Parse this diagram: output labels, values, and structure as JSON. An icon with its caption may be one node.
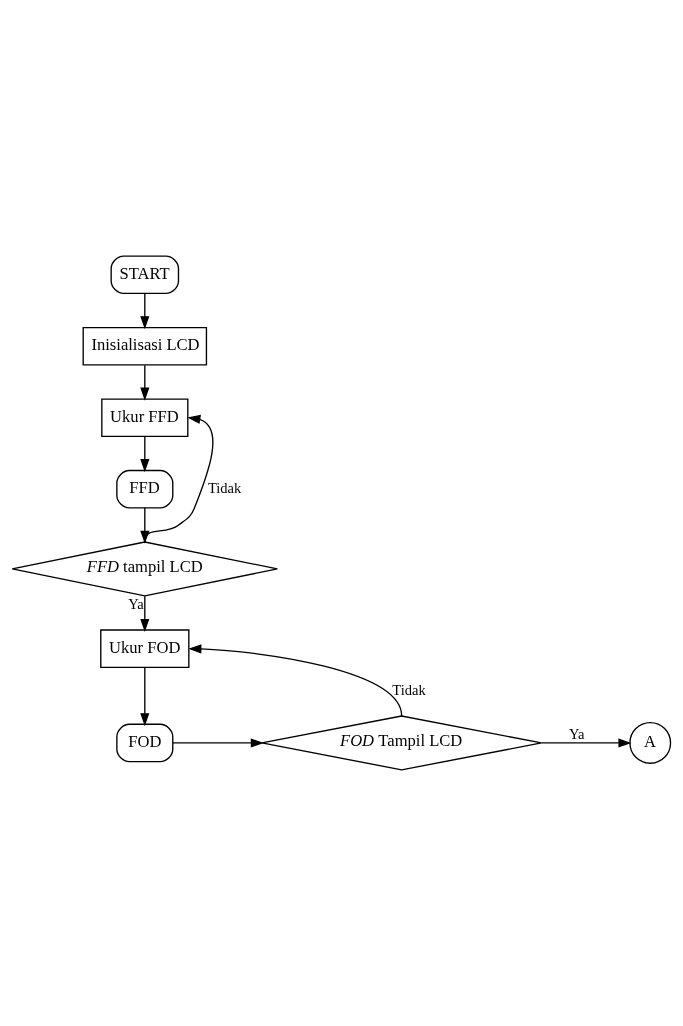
{
  "diagram": {
    "nodes": [
      {
        "text": [
          "START"
        ]
      },
      {
        "text": [
          "Inisialisasi LCD"
        ]
      },
      {
        "text": [
          "Ukur FFD"
        ]
      },
      {
        "text": [
          "FFD"
        ]
      },
      {
        "text": [
          "*FFD* tampil LCD"
        ]
      },
      {
        "text": [
          "Ukur FOD"
        ]
      },
      {
        "text": [
          "FOD"
        ]
      },
      {
        "text": [
          "*FOD* Tampil LCD"
        ]
      },
      {
        "text": [
          "A"
        ]
      }
    ],
    "edges": [
      {
        "from": 0,
        "to": 1,
        "arrow": "to"
      },
      {
        "from": 1,
        "to": 2,
        "arrow": "to"
      },
      {
        "from": 2,
        "to": 3,
        "arrow": "to"
      },
      {
        "from": 3,
        "to": 4,
        "arrow": "to"
      },
      {
        "from": 4,
        "to": 2,
        "arrow": "to",
        "label": "Tidak"
      },
      {
        "from": 4,
        "to": 5,
        "arrow": "to",
        "label": "Ya"
      },
      {
        "from": 5,
        "to": 6,
        "arrow": "to"
      },
      {
        "from": 6,
        "to": 7,
        "arrow": "to"
      },
      {
        "from": 7,
        "to": 5,
        "arrow": "to",
        "label": "Tidak"
      },
      {
        "from": 7,
        "to": 8,
        "arrow": "to",
        "label": "Ya"
      }
    ]
  }
}
